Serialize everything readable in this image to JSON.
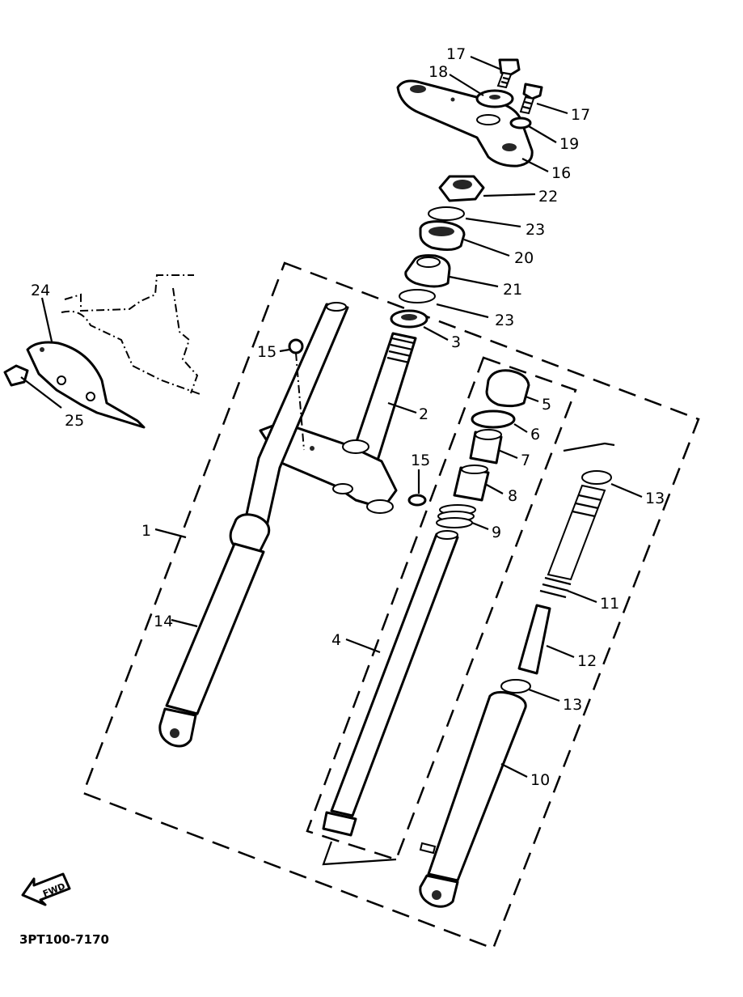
{
  "callouts": {
    "c1": "1",
    "c2": "2",
    "c3": "3",
    "c4": "4",
    "c5": "5",
    "c6": "6",
    "c7": "7",
    "c8": "8",
    "c9": "9",
    "c10": "10",
    "c11": "11",
    "c12": "12",
    "c13a": "13",
    "c13b": "13",
    "c14": "14",
    "c15a": "15",
    "c15b": "15",
    "c16": "16",
    "c17a": "17",
    "c17b": "17",
    "c18": "18",
    "c19": "19",
    "c20": "20",
    "c21": "21",
    "c22": "22",
    "c23a": "23",
    "c23b": "23",
    "c24": "24",
    "c25": "25"
  },
  "diagram_code": "3PT100-7170",
  "fwd_label": "FWD"
}
